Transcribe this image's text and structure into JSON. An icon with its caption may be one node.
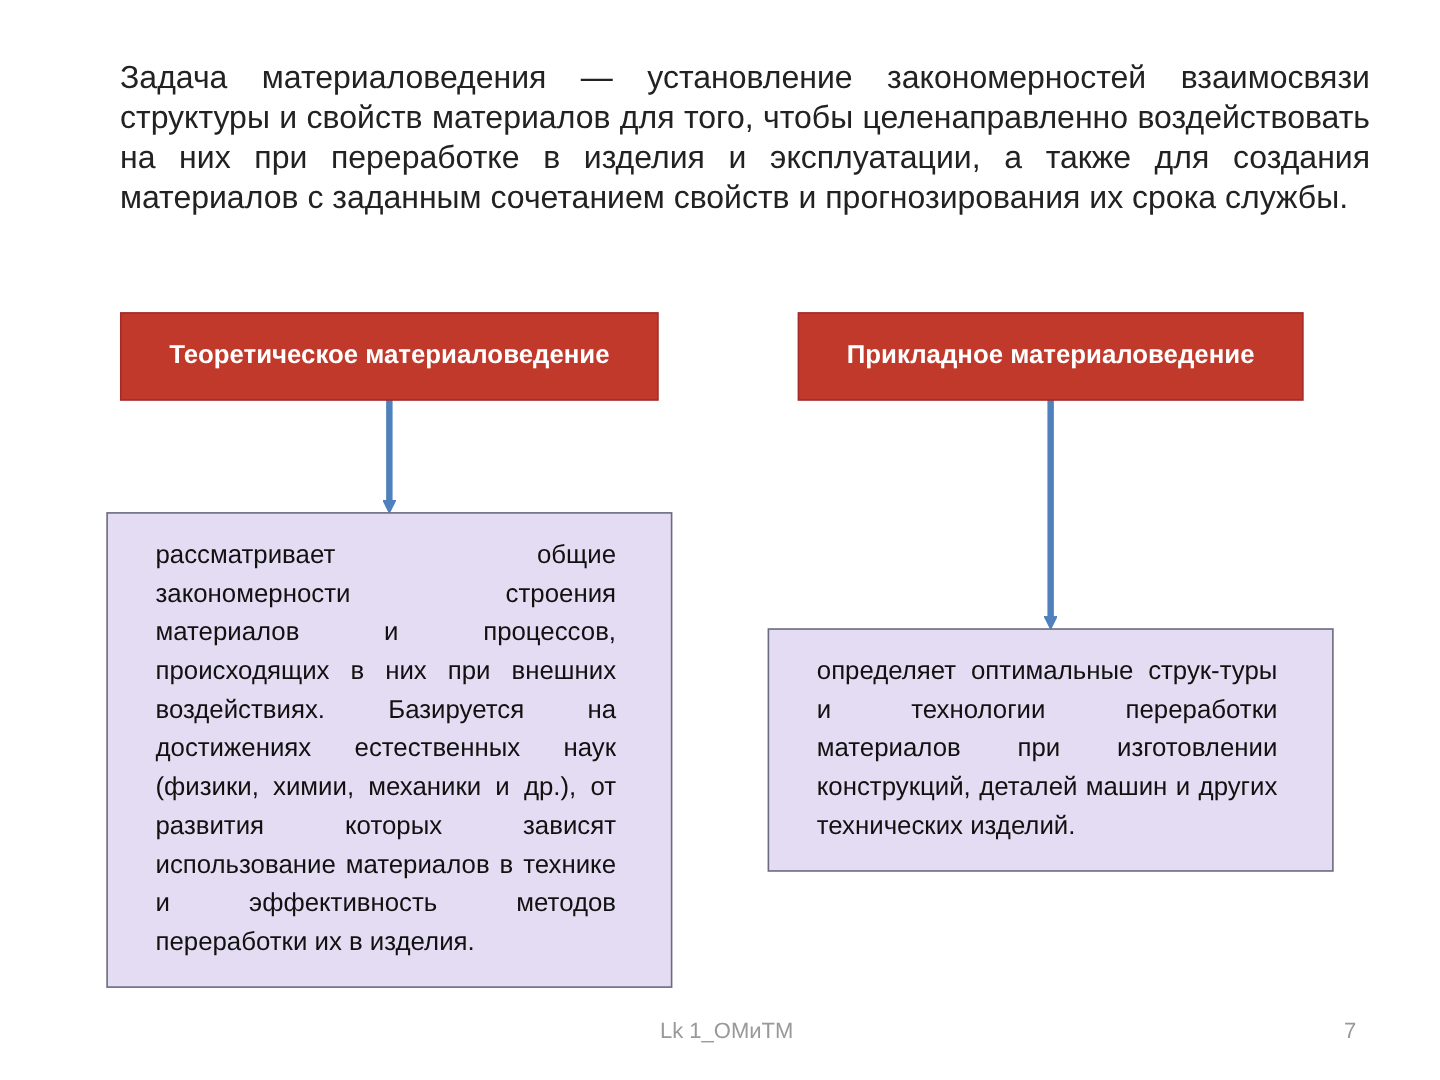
{
  "diagram": {
    "title": "Задача материаловедения — установление закономерностей взаимосвязи структуры и свойств материалов для того, чтобы целенаправленно воздействовать на них при переработке в изделия и эксплуатации, а также для создания материалов с заданным сочетанием свойств и прогнозирования их срока службы.",
    "nodes": [
      {
        "text": [
          "Теоретическое материаловедение"
        ]
      },
      {
        "text": [
          "Прикладное материаловедение"
        ]
      },
      {
        "text": [
          "рассматривает общие закономерности строения материалов и процессов, происходящих в них при внешних воздействиях. Базируется на достижениях естественных наук (физики, химии, механики и др.), от развития которых зависят использование материалов в технике и эффективность методов переработки их в изделия."
        ]
      },
      {
        "text": [
          "определяет оптимальные струк-туры и технологии переработки материалов при изготовлении конструкций, деталей машин и других технических изделий."
        ]
      }
    ],
    "edges": [
      {
        "from": 0,
        "to": 2,
        "arrow": "to"
      },
      {
        "from": 1,
        "to": 3,
        "arrow": "to"
      }
    ],
    "labels": [
      "Lk 1_ОМиТМ",
      "7"
    ]
  }
}
